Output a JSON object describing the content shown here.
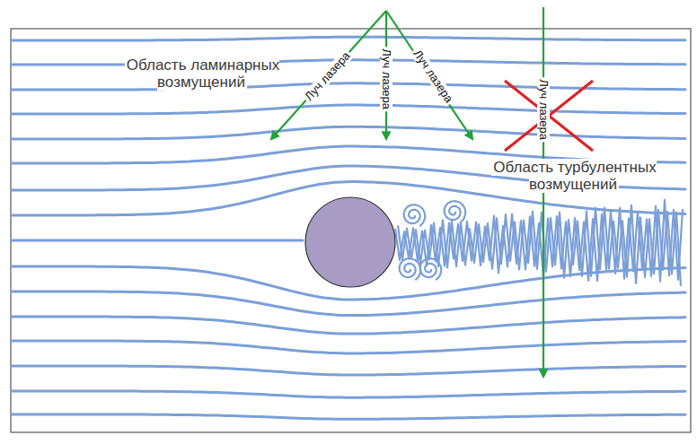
{
  "diagram": {
    "labels": [
      "Область ламинарных возмущений",
      "Луч лазера",
      "Луч лазера",
      "Луч лазера",
      "Луч лазера",
      "Область турбулентных возмущений"
    ]
  }
}
